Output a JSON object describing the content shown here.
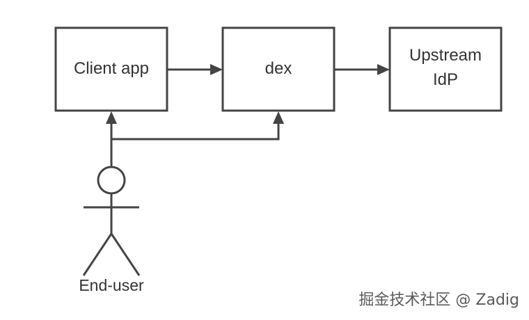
{
  "nodes": {
    "client_app": {
      "label": "Client app"
    },
    "dex": {
      "label": "dex"
    },
    "upstream_idp": {
      "label_line1": "Upstream",
      "label_line2": "IdP"
    }
  },
  "actor": {
    "label": "End-user"
  },
  "watermark": {
    "text": "掘金技术社区 @ Zadig"
  },
  "colors": {
    "stroke": "#444444",
    "text": "#333333",
    "background": "#ffffff"
  }
}
